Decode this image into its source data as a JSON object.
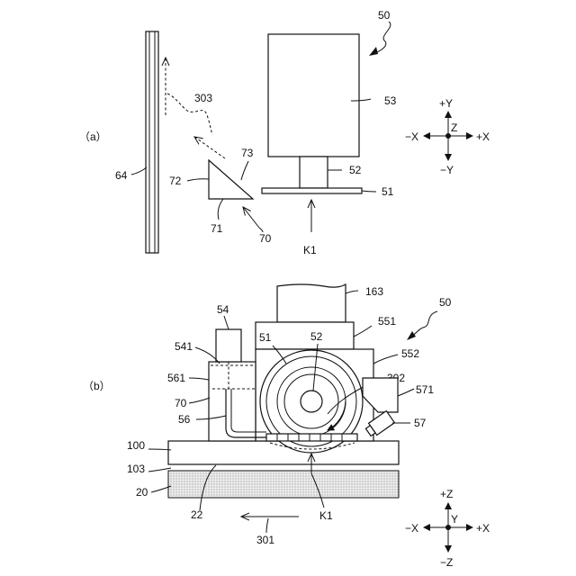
{
  "panel_a": {
    "label": "（a）",
    "refs": {
      "r50": "50",
      "r53": "53",
      "r52": "52",
      "r51": "51",
      "r64": "64",
      "r303": "303",
      "r73": "73",
      "r72": "72",
      "r71": "71",
      "r70": "70",
      "rK1": "K1"
    },
    "axes": {
      "pos_y": "+Y",
      "neg_y": "−Y",
      "pos_x": "+X",
      "neg_x": "−X",
      "z": "Z"
    }
  },
  "panel_b": {
    "label": "（b）",
    "refs": {
      "r163": "163",
      "r50": "50",
      "r54": "54",
      "r551": "551",
      "r51": "51",
      "r52": "52",
      "r541": "541",
      "r552": "552",
      "r561": "561",
      "r302": "302",
      "r571": "571",
      "r70": "70",
      "r56": "56",
      "r57": "57",
      "r100": "100",
      "r103": "103",
      "r20": "20",
      "r22": "22",
      "rK1": "K1",
      "r301": "301"
    },
    "axes": {
      "pos_z": "+Z",
      "neg_z": "−Z",
      "pos_x": "+X",
      "neg_x": "−X",
      "y": "Y"
    }
  },
  "colors": {
    "line": "#111111",
    "stipple": "#e2e2e2"
  }
}
